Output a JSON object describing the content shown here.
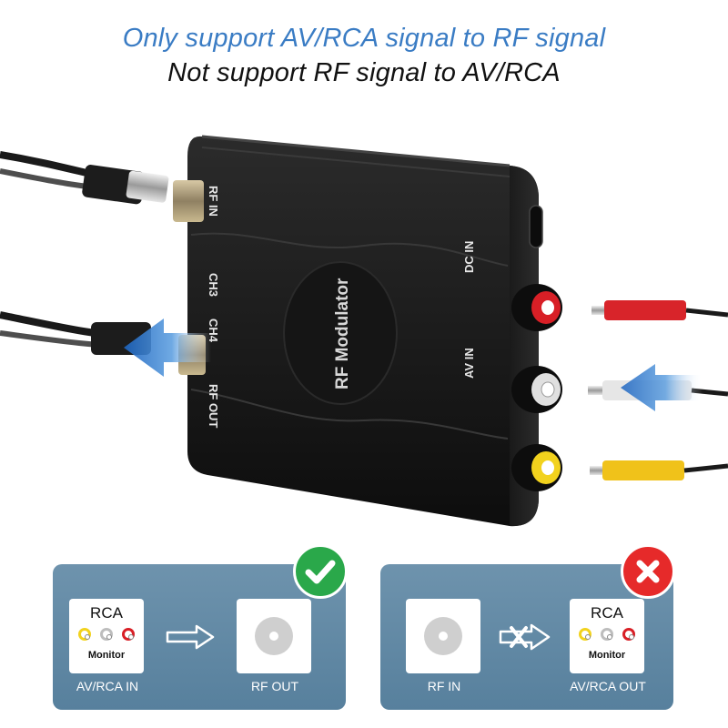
{
  "headline": {
    "line1": "Only support AV/RCA signal to RF signal",
    "line2": "Not support RF signal to AV/RCA"
  },
  "device": {
    "name": "RF Modulator",
    "ports": {
      "rf_in": "RF IN",
      "ch3": "CH3",
      "ch4": "CH4",
      "rf_out": "RF OUT",
      "dc_in": "DC IN",
      "av_in": "AV IN"
    }
  },
  "diagram": {
    "supported": {
      "left_label": "AV/RCA IN",
      "right_label": "RF OUT",
      "rca_title": "RCA",
      "rca_sub": "Monitor",
      "badge": "check-icon"
    },
    "unsupported": {
      "left_label": "RF IN",
      "right_label": "AV/RCA OUT",
      "rca_title": "RCA",
      "rca_sub": "Monitor",
      "badge": "x-icon"
    }
  },
  "colors": {
    "headline_blue": "#3a7cc4",
    "panel_blue": "#5f88a5",
    "ok_green": "#2aa84a",
    "bad_red": "#e62a2a",
    "jack_yellow": "#f2d21d",
    "jack_white": "#d9d9d9",
    "jack_red": "#d81f26"
  }
}
